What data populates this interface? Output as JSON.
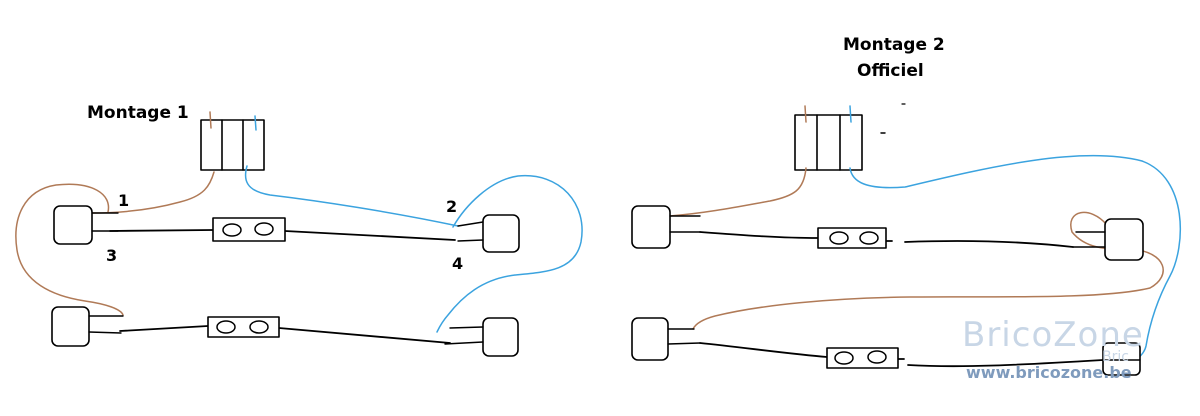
{
  "diagram_1": {
    "title": "Montage 1",
    "labels": [
      "1",
      "2",
      "3",
      "4"
    ]
  },
  "diagram_2": {
    "title_line_1": "Montage 2",
    "title_line_2": "Officiel"
  },
  "watermark": {
    "brand": "BricoZone",
    "brand_fragment": "Bric",
    "url": "www.bricozone.be"
  },
  "colors": {
    "brown_wire": "#b07a57",
    "blue_wire": "#3ba3df",
    "black_wire": "#000000",
    "watermark": "#c8d6e6"
  }
}
